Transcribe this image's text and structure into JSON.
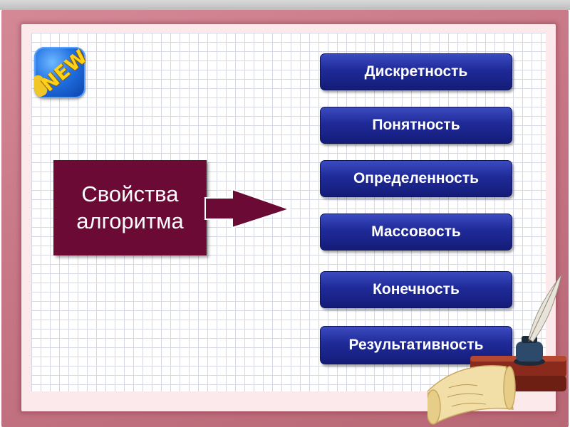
{
  "slide": {
    "badge": {
      "text": "NEW",
      "icon": "new-badge-icon"
    },
    "title": "Свойства\nалгоритма",
    "properties": [
      "Дискретность",
      "Понятность",
      "Определенность",
      "Массовость",
      "Конечность",
      "Результативность"
    ],
    "decoration": {
      "icon": "quill-inkwell-scroll-icon"
    }
  },
  "colors": {
    "frame": "#c67685",
    "title_box": "#6a0a35",
    "buttons": "#1f2a98",
    "badge": "#1f6fe0",
    "badge_text": "#ffd21a"
  }
}
